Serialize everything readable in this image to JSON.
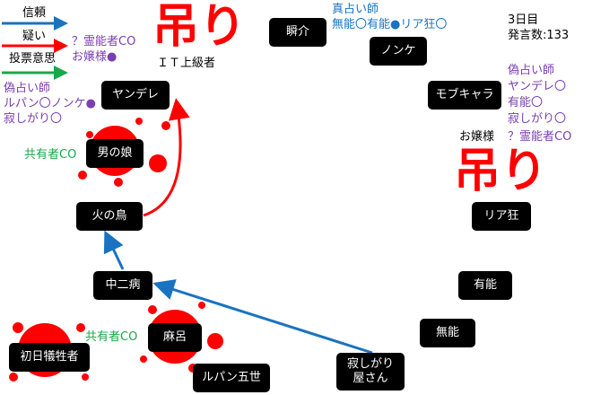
{
  "legend": {
    "trust": "信頼",
    "doubt": "疑い",
    "vote": "投票意思"
  },
  "status": {
    "day": "3日目",
    "posts": "発言数:133"
  },
  "hanged_label": "吊り",
  "colors": {
    "trust": "#1a73c0",
    "doubt": "#ff0000",
    "vote": "#18a84a",
    "claim": "#7a3fb0"
  },
  "nodes": {
    "shunsuke": "瞬介",
    "nonke": "ノンケ",
    "mob": "モブキャラ",
    "yandere": "ヤンデレ",
    "otokonoko": "男の娘",
    "hinotori": "火の鳥",
    "chuni": "中二病",
    "riakyo": "リア狂",
    "yuno": "有能",
    "muno": "無能",
    "maro": "麻呂",
    "shonichi": "初日犠牲者",
    "lupin": "ルパン五世",
    "sabishi": "寂しがり\n屋さん",
    "it": "ＩＴ上級者",
    "ojou": "お嬢様"
  },
  "notes": {
    "it_claim": [
      "？霊能者CO",
      "お嬢様●"
    ],
    "fake_seer_left": [
      "偽占い師",
      "ルパン〇ノンケ●",
      "寂しがり〇"
    ],
    "true_seer": [
      "真占い師",
      "無能〇有能●リア狂〇"
    ],
    "fake_seer_right": [
      "偽占い師",
      "ヤンデレ〇",
      "有能〇",
      "寂しがり〇"
    ],
    "ojou_claim": "？霊能者CO",
    "shared1": "共有者CO",
    "shared2": "共有者CO"
  }
}
